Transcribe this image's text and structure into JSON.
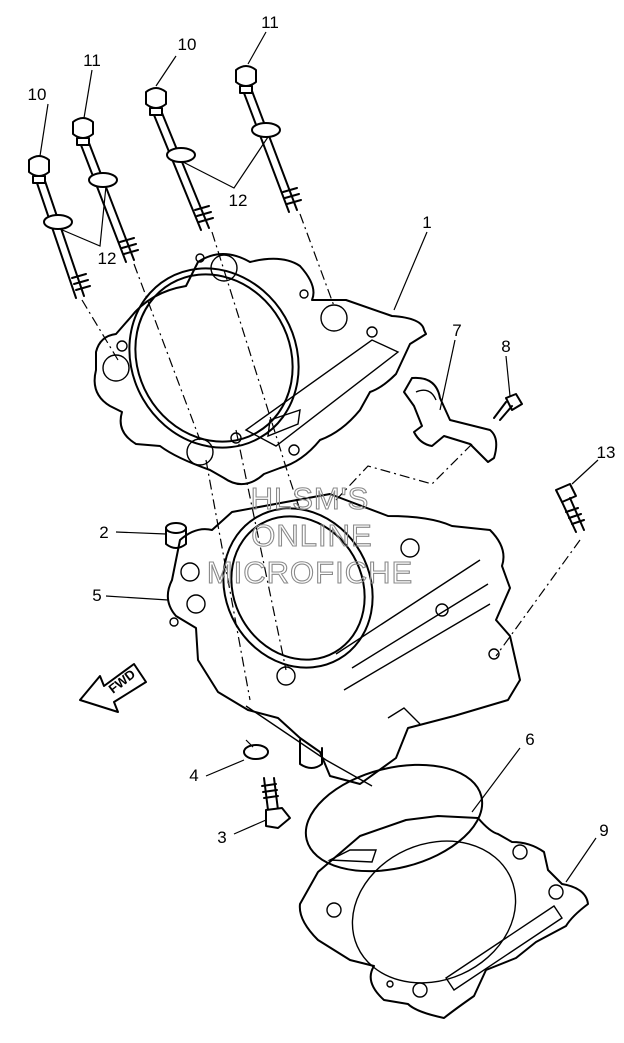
{
  "callouts": {
    "c1": "1",
    "c2": "2",
    "c3": "3",
    "c4": "4",
    "c5": "5",
    "c6": "6",
    "c7": "7",
    "c8": "8",
    "c9": "9",
    "c10a": "10",
    "c10b": "10",
    "c11a": "11",
    "c11b": "11",
    "c12a": "12",
    "c12b": "12",
    "c13": "13"
  },
  "direction_label": "FWD",
  "watermark": {
    "line1": "HLSM'S",
    "line2": "ONLINE",
    "line3": "MICROFICHE"
  }
}
